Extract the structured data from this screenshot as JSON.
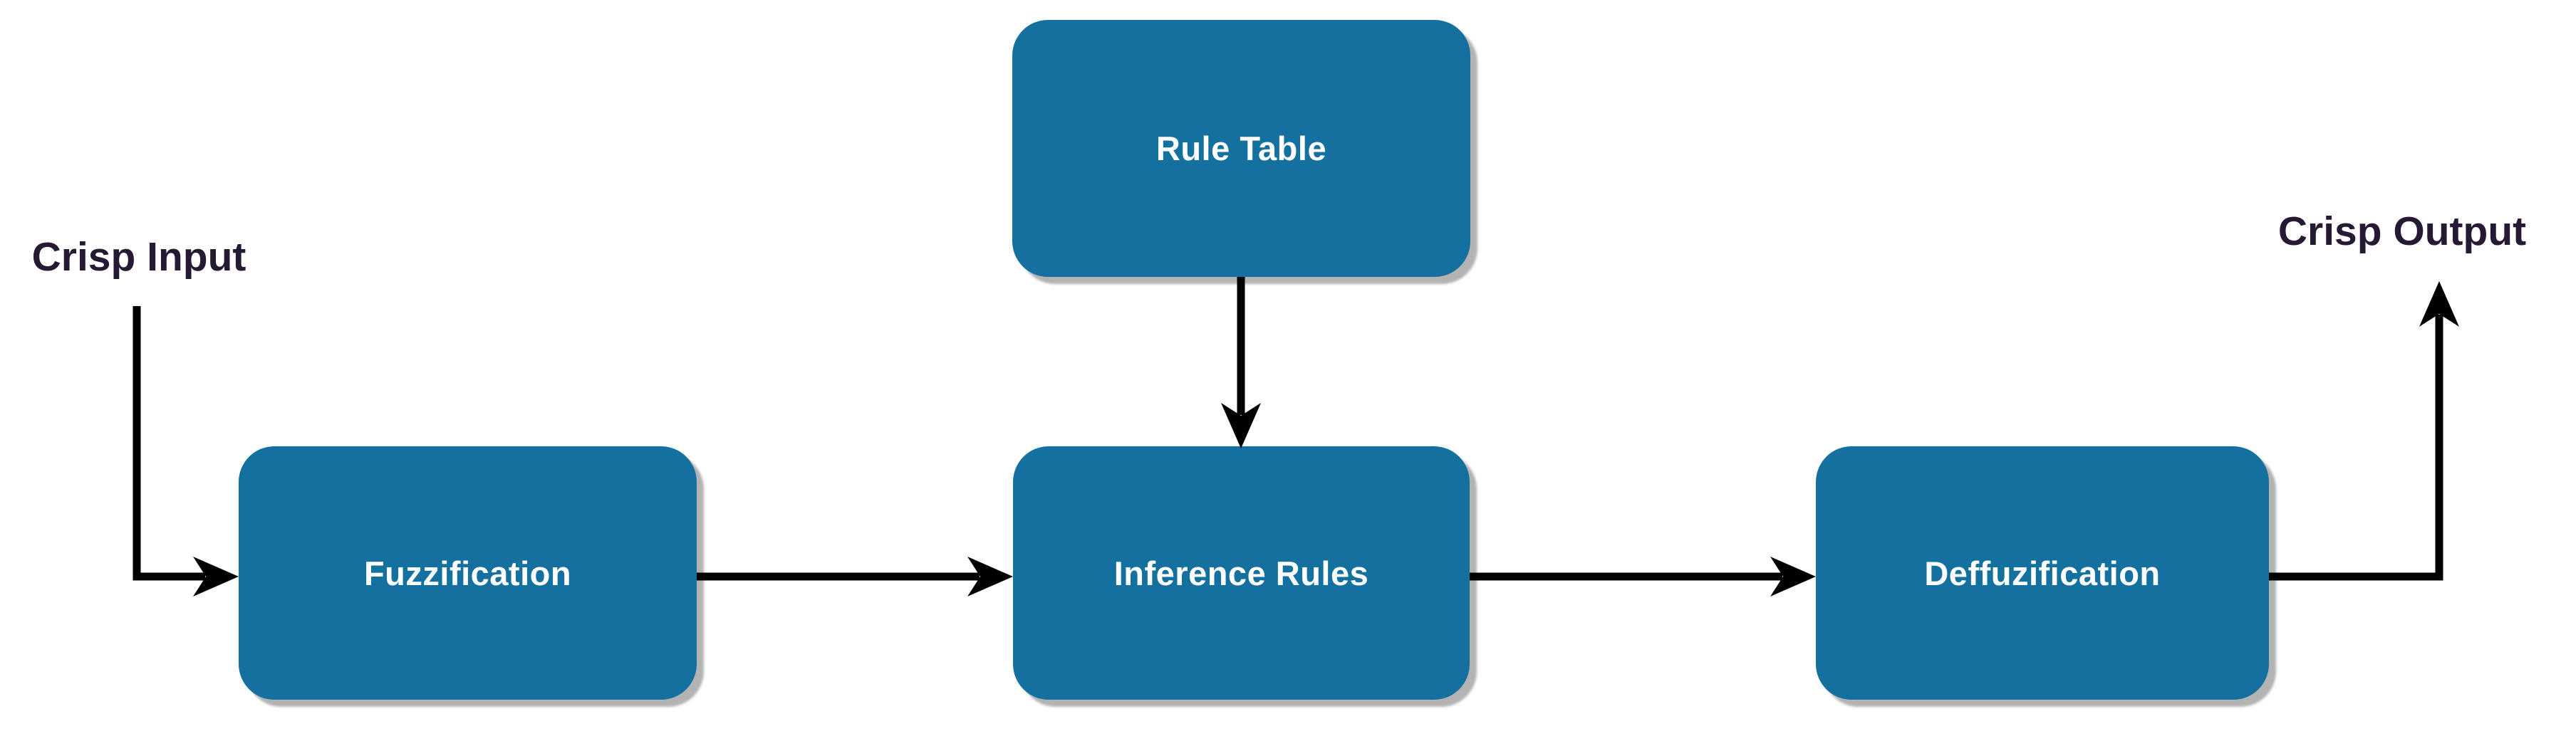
{
  "io": {
    "input": "Crisp Input",
    "output": "Crisp Output"
  },
  "nodes": [
    {
      "id": "rule-table",
      "label": "Rule Table"
    },
    {
      "id": "fuzzification",
      "label": "Fuzzification"
    },
    {
      "id": "inference-rules",
      "label": "Inference Rules"
    },
    {
      "id": "deffuzification",
      "label": "Deffuzification"
    }
  ],
  "edges": [
    {
      "from": "crisp-input",
      "to": "fuzzification"
    },
    {
      "from": "fuzzification",
      "to": "inference-rules"
    },
    {
      "from": "rule-table",
      "to": "inference-rules"
    },
    {
      "from": "inference-rules",
      "to": "deffuzification"
    },
    {
      "from": "deffuzification",
      "to": "crisp-output"
    }
  ],
  "colors": {
    "background": "#ffffff",
    "node-fill": "#14719f",
    "node-text": "#ffffff",
    "io-text": "#261933",
    "arrow": "#000000",
    "shadow": "#b3b3b3"
  }
}
